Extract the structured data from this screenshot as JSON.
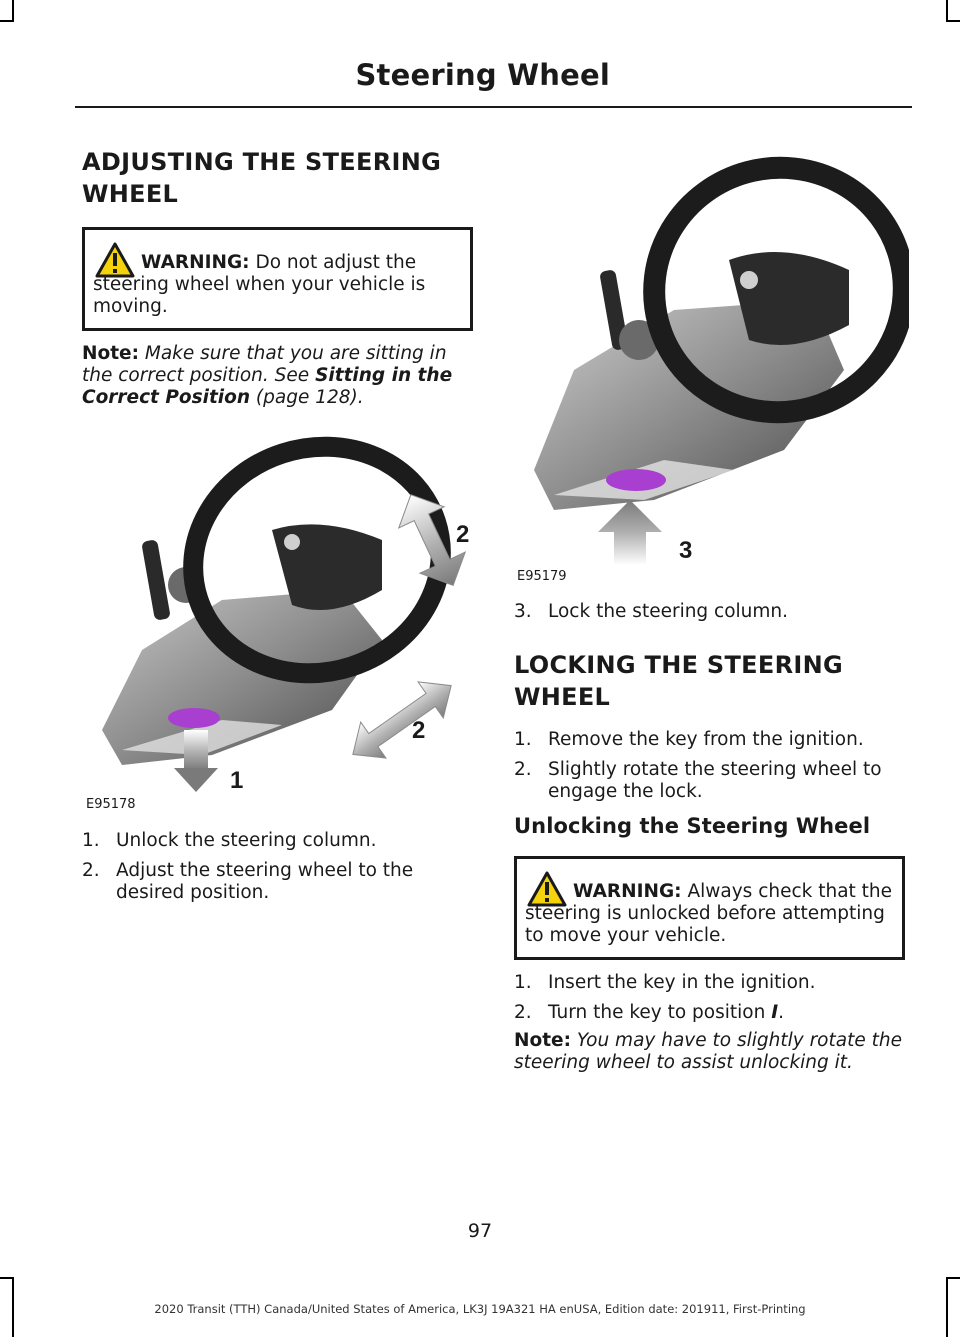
{
  "header": {
    "title": "Steering Wheel"
  },
  "adjusting": {
    "heading_line1": "ADJUSTING THE STEERING",
    "heading_line2": "WHEEL",
    "warning_label": "WARNING:",
    "warning_text": " Do not adjust the steering wheel when your vehicle is moving.",
    "note_label": "Note:",
    "note_text": " Make sure that you are sitting in the correct position.  See ",
    "note_ref": "Sitting in the Correct Position",
    "note_page": " (page 128).",
    "figure_code": "E95178",
    "figure_labels": [
      "1",
      "2",
      "2"
    ],
    "steps": [
      {
        "num": "1.",
        "text": "Unlock the steering column."
      },
      {
        "num": "2.",
        "text": "Adjust the steering wheel to the desired position."
      }
    ]
  },
  "right_figure": {
    "figure_code": "E95179",
    "label": "3",
    "step": {
      "num": "3.",
      "text": "Lock the steering column."
    }
  },
  "locking": {
    "heading_line1": "LOCKING THE STEERING",
    "heading_line2": "WHEEL",
    "steps": [
      {
        "num": "1.",
        "text": "Remove the key from the ignition."
      },
      {
        "num": "2.",
        "text": "Slightly rotate the steering wheel to engage the lock."
      }
    ]
  },
  "unlocking": {
    "heading": "Unlocking the Steering Wheel",
    "warning_label": "WARNING:",
    "warning_text": " Always check that the steering is unlocked before attempting to move your vehicle.",
    "steps": [
      {
        "num": "1.",
        "text": "Insert the key in the ignition."
      },
      {
        "num": "2.",
        "text_before": "Turn the key to position ",
        "text_em": "I",
        "text_after": "."
      }
    ],
    "note_label": "Note:",
    "note_text": " You may have to slightly rotate the steering wheel to assist unlocking it."
  },
  "page_number": "97",
  "footer": "2020 Transit (TTH) Canada/United States of America, LK3J 19A321 HA enUSA, Edition date: 201911, First-Printing",
  "colors": {
    "warning_yellow": "#f4d20c",
    "lever_purple": "#a83fd0",
    "arrow_gray": "#8a8a8a"
  }
}
